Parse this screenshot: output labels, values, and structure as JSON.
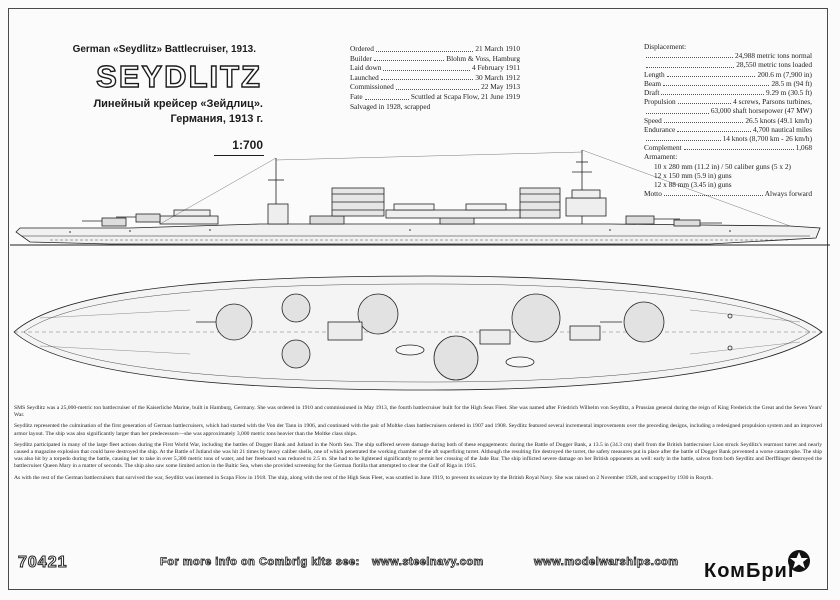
{
  "header": {
    "title_en": "German «Seydlitz» Battlecruiser, 1913.",
    "ship_name": "SEYDLITZ",
    "title_ru_line1": "Линейный крейсер «Зейдлиц».",
    "title_ru_line2": "Германия, 1913 г.",
    "scale": "1:700"
  },
  "history": [
    {
      "label": "Ordered",
      "value": "21 March 1910"
    },
    {
      "label": "Builder",
      "value": "Blohm & Voss, Hamburg"
    },
    {
      "label": "Laid down",
      "value": "4 February 1911"
    },
    {
      "label": "Launched",
      "value": "30 March 1912"
    },
    {
      "label": "Commissioned",
      "value": "22 May 1913"
    },
    {
      "label": "Fate",
      "value": "Scuttled at Scapa Flow, 21 June 1919"
    }
  ],
  "history_note": "Salvaged in 1928, scrapped",
  "specs": {
    "displacement_label": "Displacement:",
    "displacement_normal": "24,988 metric tons normal",
    "displacement_loaded": "28,550 metric tons loaded",
    "rows": [
      {
        "label": "Length",
        "value": "200.6 m (7,900 in)"
      },
      {
        "label": "Beam",
        "value": "28.5 m (94 ft)"
      },
      {
        "label": "Draft",
        "value": "9.29 m (30.5 ft)"
      },
      {
        "label": "Propulsion",
        "value": "4 screws, Parsons turbines,"
      }
    ],
    "propulsion_power": "63,000 shaft horsepower (47 MW)",
    "rows2": [
      {
        "label": "Speed",
        "value": "26.5 knots (49.1 km/h)"
      },
      {
        "label": "Endurance",
        "value": "4,700 nautical miles"
      }
    ],
    "endurance_detail": "14 knots (8,700 km - 26 km/h)",
    "complement_label": "Complement",
    "complement_value": "1,068",
    "armament_label": "Armament:",
    "armament": [
      "10 x 280 mm (11.2 in) / 50 caliber guns (5 x 2)",
      "12 x 150 mm (5.9 in) guns",
      "12 x 88 mm (3.45 in) guns"
    ],
    "motto_label": "Motto",
    "motto_value": "Always forward"
  },
  "text": {
    "p1": "SMS Seydlitz was a 25,000-metric ton battlecruiser of the Kaiserliche Marine, built in Hamburg, Germany. She was ordered in 1910 and commissioned in May 1913, the fourth battlecruiser built for the High Seas Fleet. She was named after Friedrich Wilhelm von Seydlitz, a Prussian general during the reign of King Frederick the Great and the Seven Years' War.",
    "p2": "Seydlitz represented the culmination of the first generation of German battlecruisers, which had started with the Von der Tann in 1906, and continued with the pair of Moltke class battlecruisers ordered in 1907 and 1908. Seydlitz featured several incremental improvements over the preceding designs, including a redesigned propulsion system and an improved armor layout. The ship was also significantly larger than her predecessors—she was approximately 3,000 metric tons heavier than the Moltke class ships.",
    "p3": "Seydlitz participated in many of the large fleet actions during the First World War, including the battles of Dogger Bank and Jutland in the North Sea. The ship suffered severe damage during both of these engagements: during the Battle of Dogger Bank, a 13.5 in (34.3 cm) shell from the British battlecruiser Lion struck Seydlitz's rearmost turret and nearly caused a magazine explosion that could have destroyed the ship. At the Battle of Jutland she was hit 21 times by heavy caliber shells, one of which penetrated the working chamber of the aft superfiring turret. Although the resulting fire destroyed the turret, the safety measures put in place after the battle of Dogger Bank prevented a worse catastrophe. The ship was also hit by a torpedo during the battle, causing her to take in over 5,300 metric tons of water, and her freeboard was reduced to 2.5 m. She had to be lightened significantly to permit her crossing of the Jade Bar. The ship inflicted severe damage on her British opponents as well: early in the battle, salvos from both Seydlitz and Derfflinger destroyed the battlecruiser Queen Mary in a matter of seconds. The ship also saw some limited action in the Baltic Sea, when she provided screening for the German flotilla that attempted to clear the Gulf of Riga in 1915.",
    "p4": "As with the rest of the German battlecruisers that survived the war, Seydlitz was interned in Scapa Flow in 1918. The ship, along with the rest of the High Seas Fleet, was scuttled in June 1919, to prevent its seizure by the British Royal Navy. She was raised on 2 November 1928, and scrapped by 1930 in Rosyth."
  },
  "footer": {
    "code": "70421",
    "more_info": "For more info on Combrig kits see:",
    "site1": "www.steelnavy.com",
    "site2": "www.modelwarships.com",
    "logo": "КомБриг"
  },
  "icons": {
    "logo_mark": "combrig-star-icon",
    "elevation": "ship-side-profile-drawing",
    "plan": "ship-deck-plan-drawing"
  }
}
